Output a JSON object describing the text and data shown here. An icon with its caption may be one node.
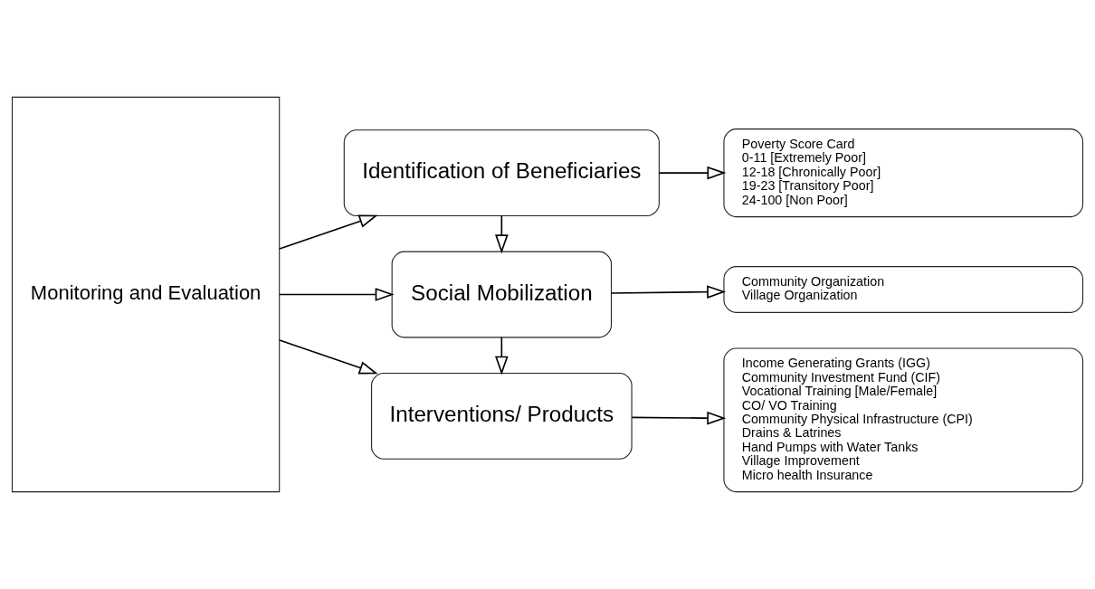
{
  "diagram": {
    "nodes": [
      {
        "text": [
          "Monitoring and Evaluation"
        ]
      },
      {
        "text": [
          "Identification of Beneficiaries"
        ]
      },
      {
        "text": [
          "Social Mobilization"
        ]
      },
      {
        "text": [
          "Interventions/ Products"
        ]
      },
      {
        "text": [
          "Poverty Score Card",
          "0-11 [Extremely Poor]",
          "12-18 [Chronically Poor]",
          "19-23 [Transitory Poor]",
          "24-100 [Non Poor]"
        ]
      },
      {
        "text": [
          "Community Organization",
          "Village Organization"
        ]
      },
      {
        "text": [
          "Income Generating Grants (IGG)",
          "Community Investment Fund (CIF)",
          "Vocational Training [Male/Female]",
          "CO/ VO Training",
          "Community Physical Infrastructure (CPI)",
          "Drains & Latrines",
          "Hand Pumps with Water Tanks",
          "Village Improvement",
          "Micro health Insurance"
        ]
      }
    ],
    "edges": [
      {
        "from": 0,
        "to": 1,
        "arrow": "to"
      },
      {
        "from": 0,
        "to": 2,
        "arrow": "to"
      },
      {
        "from": 0,
        "to": 3,
        "arrow": "to"
      },
      {
        "from": 1,
        "to": 2,
        "arrow": "to"
      },
      {
        "from": 2,
        "to": 3,
        "arrow": "to"
      },
      {
        "from": 1,
        "to": 4,
        "arrow": "to"
      },
      {
        "from": 2,
        "to": 5,
        "arrow": "to"
      },
      {
        "from": 3,
        "to": 6,
        "arrow": "to"
      }
    ]
  }
}
